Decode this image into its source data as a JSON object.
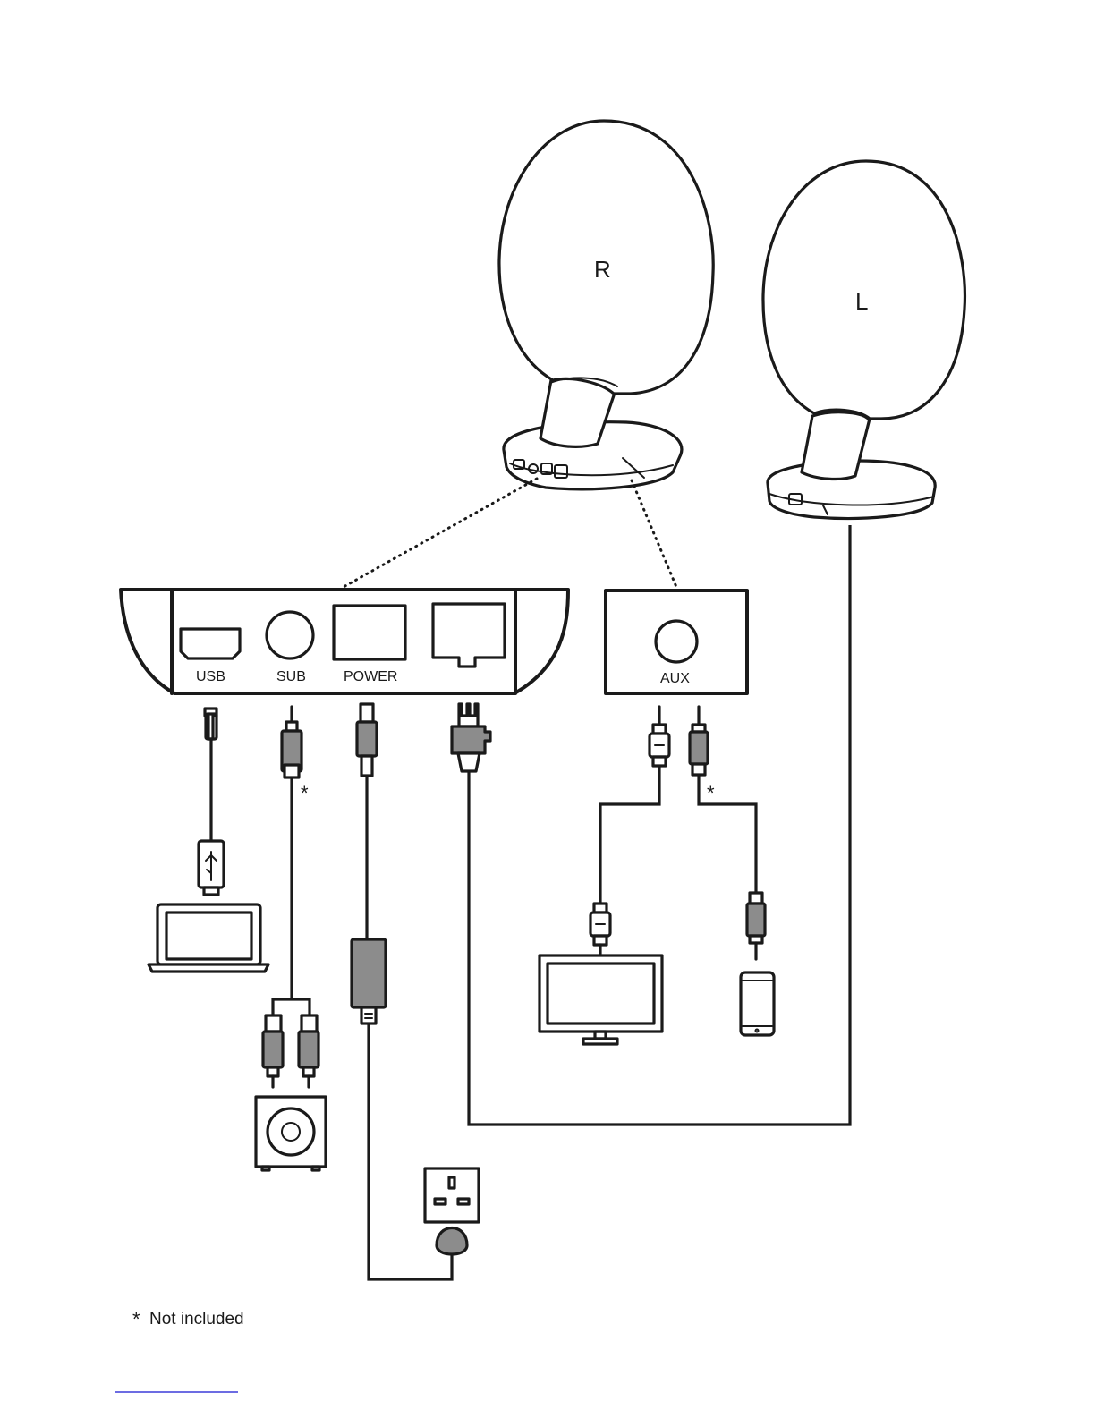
{
  "speakers": {
    "right_label": "R",
    "left_label": "L"
  },
  "back_panel": {
    "ports": [
      "USB",
      "SUB",
      "POWER"
    ]
  },
  "aux_panel": {
    "port": "AUX"
  },
  "markers": {
    "asterisk": "*"
  },
  "footnote": {
    "symbol": "*",
    "text": "Not included"
  },
  "colors": {
    "line": "#1a1a1a",
    "plug_fill": "#8c8c8c",
    "adapter_fill": "#8c8c8c",
    "footer_link": "#3b3bd8"
  }
}
